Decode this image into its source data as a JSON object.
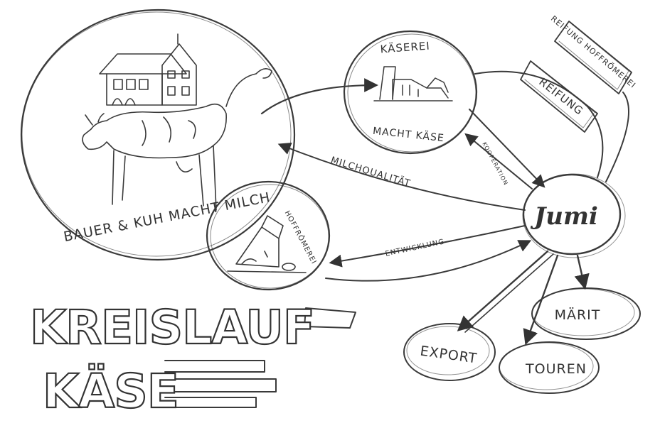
{
  "title": {
    "line1": "KREISLAUF",
    "line2": "KÄSE"
  },
  "nodes": {
    "farm": "BAUER & KUH MACHT MILCH",
    "dairy_top": "KÄSEREI",
    "dairy_bottom": "MACHT KÄSE",
    "hub": "Jumi",
    "cheese_circle": "HOFFRÖMEREI",
    "ripening_1": "REIFUNG",
    "ripening_2": "REIFUNG HOFFRÖMEREI",
    "market": "MÄRIT",
    "export": "EXPORT",
    "tours": "TOUREN"
  },
  "edges": {
    "milk_quality": "MILCHQUALITÄT",
    "development": "ENTWICKLUNG",
    "cooperation": "KOOPERATION"
  }
}
